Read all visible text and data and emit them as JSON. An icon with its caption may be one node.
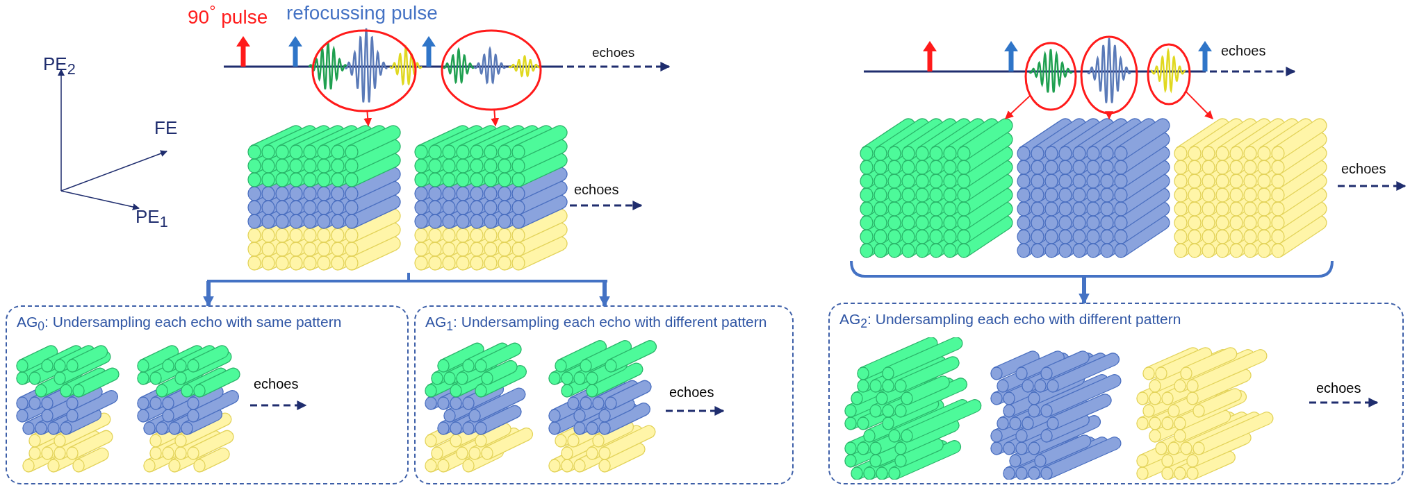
{
  "diagram": {
    "nodes": [
      {
        "text": [],
        "shape": "circle"
      },
      {
        "text": [],
        "shape": "circle"
      },
      {
        "text": [],
        "shape": "picture"
      },
      {
        "text": [],
        "shape": "picture"
      },
      {
        "text": [],
        "shape": "circle"
      },
      {
        "text": [],
        "shape": "circle"
      },
      {
        "text": [],
        "shape": "circle"
      },
      {
        "text": [],
        "shape": "picture"
      },
      {
        "text": [],
        "shape": "picture"
      },
      {
        "text": [],
        "shape": "picture"
      },
      {
        "text": [
          "AG$_{0}$: Undersampling each echo with same pattern",
          "echoes"
        ]
      },
      {
        "text": [
          "AG$_{1}$: Undersampling each echo with different pattern",
          "echoes"
        ]
      },
      {
        "text": [
          "AG$_{2}$: Undersampling each echo with different pattern",
          "echoes"
        ]
      },
      {
        "text": [],
        "shape": "bar"
      },
      {
        "text": [],
        "shape": "bracket"
      }
    ],
    "edges": [
      {
        "from": 0,
        "to": 2,
        "arrow": "to"
      },
      {
        "from": 1,
        "to": 3,
        "arrow": "to"
      },
      {
        "from": 4,
        "to": 7,
        "arrow": "to"
      },
      {
        "from": 5,
        "to": 8,
        "arrow": "to"
      },
      {
        "from": 6,
        "to": 9,
        "arrow": "to"
      },
      {
        "from": 13,
        "to": 10,
        "arrow": "to",
        "style": "thick",
        "color": "#4472c4"
      },
      {
        "from": 13,
        "to": 11,
        "arrow": "to",
        "style": "thick",
        "color": "#4472c4"
      },
      {
        "from": 14,
        "to": 12,
        "arrow": "to",
        "style": "thick",
        "color": "#4472c4"
      }
    ],
    "labels": [
      "90$^{°}$ pulse",
      "refocussing pulse",
      "echoes",
      "echoes",
      "PE$_{2}$",
      "FE",
      "echoes",
      "echoes",
      "PE$_{1}$"
    ]
  }
}
